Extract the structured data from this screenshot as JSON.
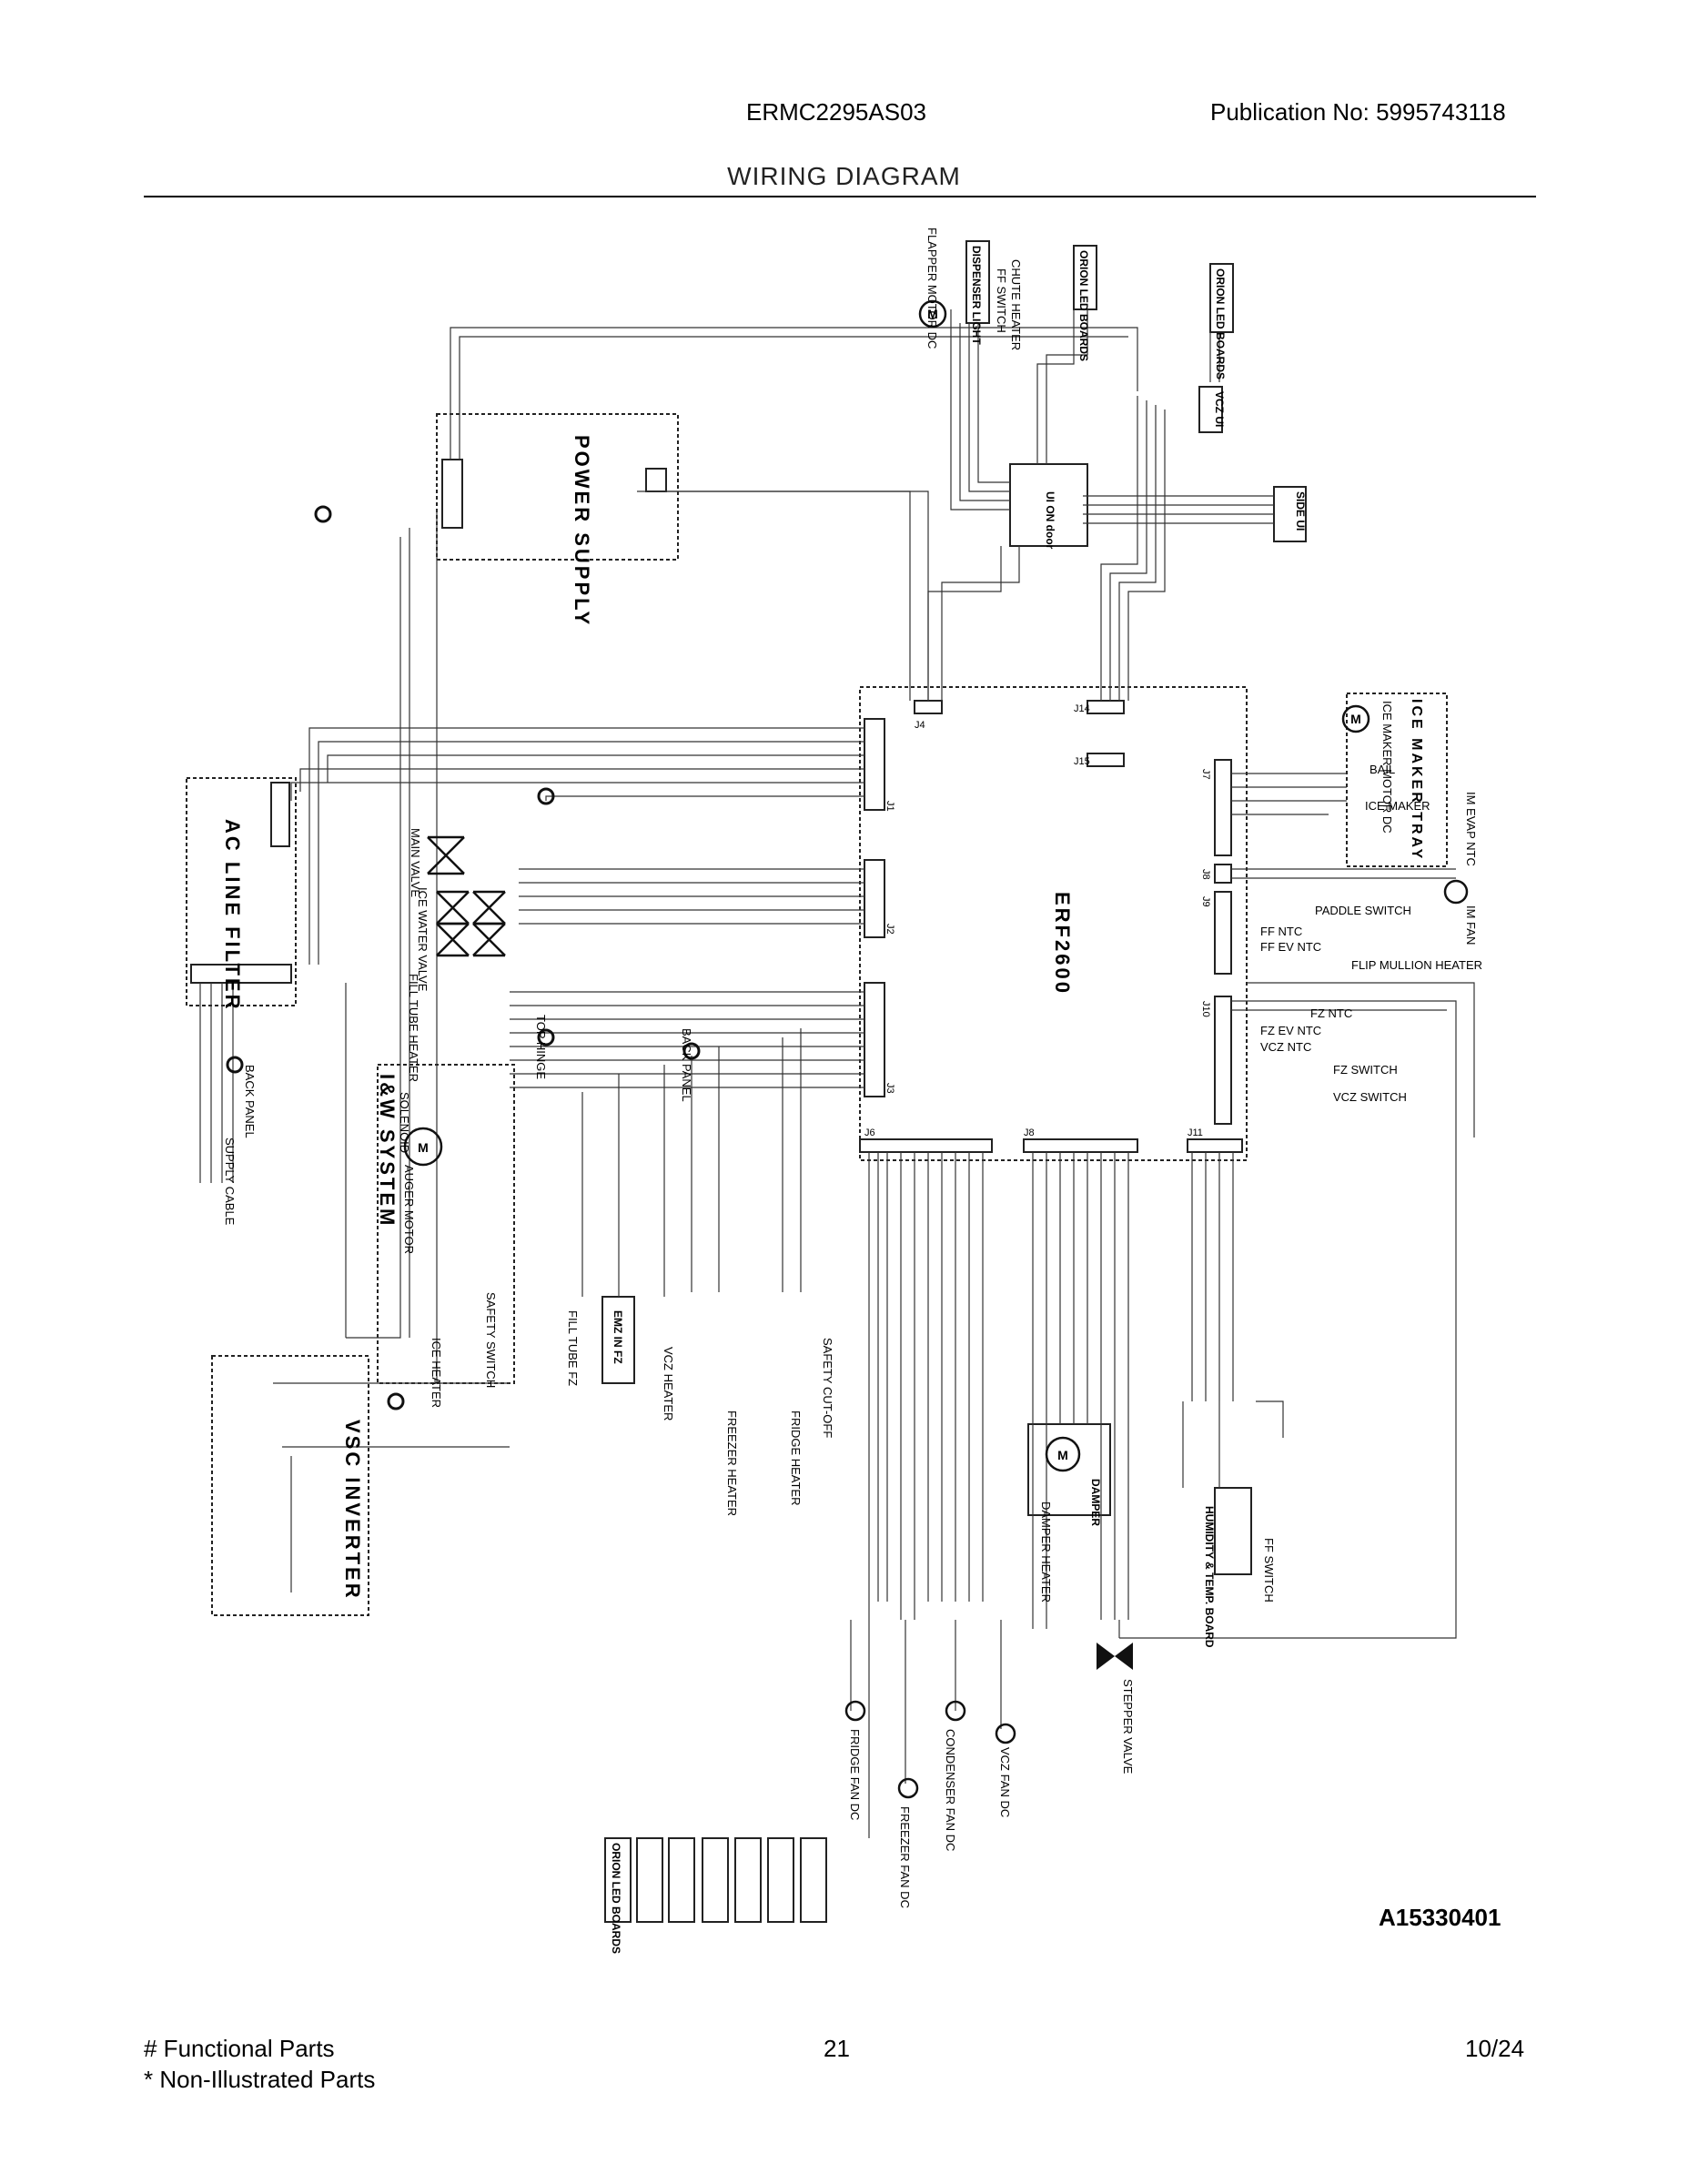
{
  "header": {
    "model": "ERMC2295AS03",
    "publication": "Publication No:  5995743118",
    "title": "WIRING DIAGRAM"
  },
  "diagram": {
    "main_board": "ERF2600",
    "power_supply": "POWER SUPPLY",
    "ac_line_filter": "AC LINE FILTER",
    "iw_system": "I&W SYSTEM",
    "vsc_inverter": "VSC INVERTER",
    "ice_maker_tray": "ICE MAKER TRAY",
    "ice_maker_motor": "ICE MAKER MOTOR DC",
    "bail": "BAIL",
    "ice_maker": "ICE MAKER",
    "im_evap_ntc": "IM EVAP NTC",
    "im_fan": "IM FAN",
    "paddle_switch": "PADDLE SWITCH",
    "ff_ntc": "FF NTC",
    "ff_ev_ntc": "FF EV NTC",
    "flip_mullion_heater": "FLIP MULLION HEATER",
    "fz_ntc": "FZ NTC",
    "fz_ev_ntc": "FZ EV NTC",
    "vcz_ntc": "VCZ NTC",
    "fz_switch": "FZ SWITCH",
    "vcz_switch": "VCZ SWITCH",
    "damper": "DAMPER",
    "damper_heater": "DAMPER HEATER",
    "humidity_board": "HUMIDITY & TEMP. BOARD",
    "ff_switch": "FF SWITCH",
    "stepper_valve": "STEPPER VALVE",
    "frigde_fan": "FRIDGE FAN DC",
    "condenser_fan": "CONDENSER FAN DC",
    "vcz_fan": "VCZ FAN DC",
    "freezer_fan": "FREEZER FAN DC",
    "main_valve": "MAIN VALVE",
    "ice_water_valve": "ICE WATER VALVE",
    "fill_tube_heater": "FILL TUBE HEATER",
    "solenoid": "SOLENOID",
    "auger_motor": "AUGER MOTOR",
    "supply_cable": "SUPPLY CABLE",
    "back_panel": "BACK PANEL",
    "top_hinge": "TOP HINGE",
    "back_panel_2": "BACK PANEL",
    "ui": "UI ON door",
    "side_ui": "SIDE UI",
    "vcz_ui": "VCZ UI",
    "led_boards": "ORION LED BOARDS",
    "dispenser_light": "DISPENSER LIGHT",
    "flapper_motor": "FLAPPER MOTOR DC",
    "chute_heater": "CHUTE HEATER",
    "ff_switch_top": "FF SWITCH",
    "emz_in_fz": "EMZ IN FZ",
    "fill_tube_fz": "FILL TUBE FZ",
    "vcz_heater": "VCZ HEATER",
    "freezer_heater": "FREEZER HEATER",
    "fridge_heater": "FRIDGE HEATER",
    "safety_cutoff": "SAFETY CUT-OFF",
    "safety_switch": "SAFETY SWITCH",
    "ice_heater": "ICE HEATER",
    "j1": "J1",
    "j2": "J2",
    "j3": "J3",
    "j4": "J4",
    "j6": "J6",
    "j7": "J7",
    "j8": "J8",
    "j9": "J9",
    "j10": "J10",
    "j11": "J11",
    "j14": "J14",
    "j15": "J15"
  },
  "code": "A15330401",
  "footer": {
    "functional": "# Functional Parts",
    "non_illustrated": "* Non-Illustrated Parts",
    "page": "21",
    "date": "10/24"
  }
}
